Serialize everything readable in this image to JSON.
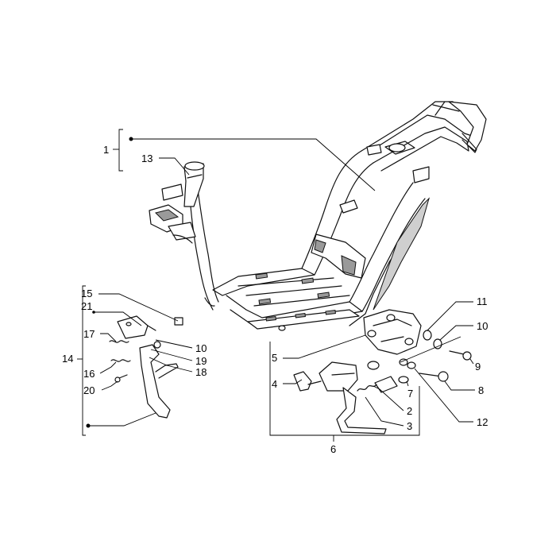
{
  "labels": {
    "l1": "1",
    "l2": "2",
    "l3": "3",
    "l4": "4",
    "l5": "5",
    "l6": "6",
    "l7": "7",
    "l8": "8",
    "l9": "9",
    "l10a": "10",
    "l10b": "10",
    "l11": "11",
    "l12": "12",
    "l13": "13",
    "l14": "14",
    "l15": "15",
    "l16": "16",
    "l17": "17",
    "l18": "18",
    "l19": "19",
    "l20": "20",
    "l21": "21"
  }
}
